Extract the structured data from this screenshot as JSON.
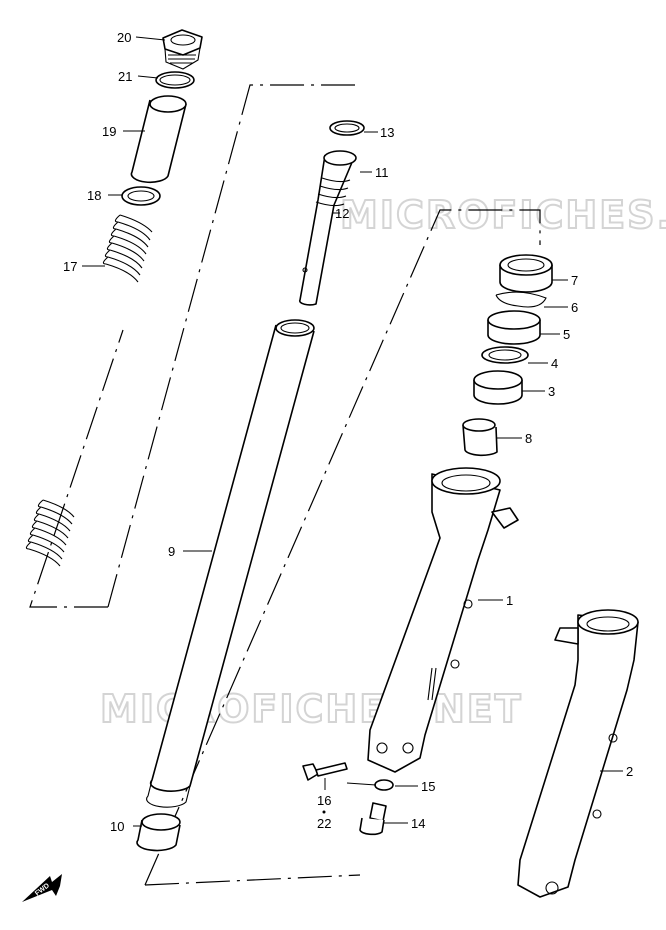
{
  "watermarks": [
    "MICROFICHES.NET",
    "MICROFICHES.NET"
  ],
  "fwd_badge": "FWD",
  "callouts": [
    {
      "id": "c20",
      "label": "20"
    },
    {
      "id": "c21",
      "label": "21"
    },
    {
      "id": "c19",
      "label": "19"
    },
    {
      "id": "c18",
      "label": "18"
    },
    {
      "id": "c17",
      "label": "17"
    },
    {
      "id": "c13",
      "label": "13"
    },
    {
      "id": "c11",
      "label": "11"
    },
    {
      "id": "c12",
      "label": "12"
    },
    {
      "id": "c7",
      "label": "7"
    },
    {
      "id": "c6",
      "label": "6"
    },
    {
      "id": "c5",
      "label": "5"
    },
    {
      "id": "c4",
      "label": "4"
    },
    {
      "id": "c3",
      "label": "3"
    },
    {
      "id": "c8",
      "label": "8"
    },
    {
      "id": "c9",
      "label": "9"
    },
    {
      "id": "c1",
      "label": "1"
    },
    {
      "id": "c2",
      "label": "2"
    },
    {
      "id": "c15",
      "label": "15"
    },
    {
      "id": "c16",
      "label": "16"
    },
    {
      "id": "c22",
      "label": "22"
    },
    {
      "id": "c14",
      "label": "14"
    },
    {
      "id": "c10",
      "label": "10"
    }
  ]
}
